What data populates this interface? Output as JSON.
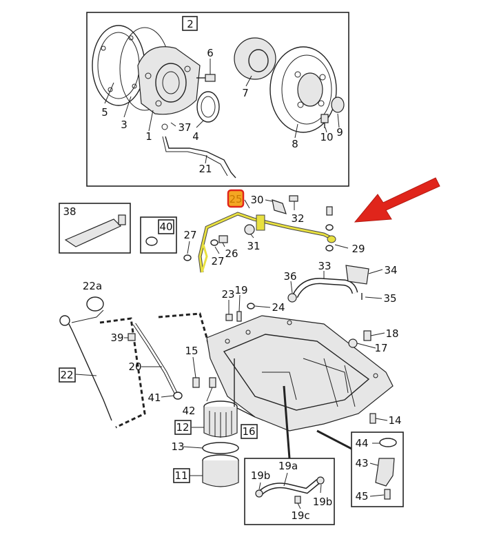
{
  "diagram": {
    "highlighted_part": "25",
    "boxed_labels": [
      "2",
      "40",
      "22",
      "12",
      "16",
      "11"
    ],
    "labels": [
      "2",
      "6",
      "5",
      "3",
      "37",
      "4",
      "1",
      "7",
      "8",
      "9",
      "10",
      "21",
      "25",
      "30",
      "32",
      "38",
      "40",
      "27",
      "31",
      "29",
      "27",
      "26",
      "33",
      "34",
      "36",
      "35",
      "22a",
      "19",
      "23",
      "24",
      "18",
      "17",
      "39",
      "20",
      "15",
      "41",
      "42",
      "14",
      "12",
      "16",
      "13",
      "11",
      "44",
      "43",
      "45",
      "19a",
      "19b",
      "19b",
      "19c",
      "22"
    ],
    "colors": {
      "highlight_fill": "#f4a623",
      "highlight_stroke": "#e0251b",
      "pipe": "#e8e040",
      "arrow": "#e0251b"
    }
  }
}
